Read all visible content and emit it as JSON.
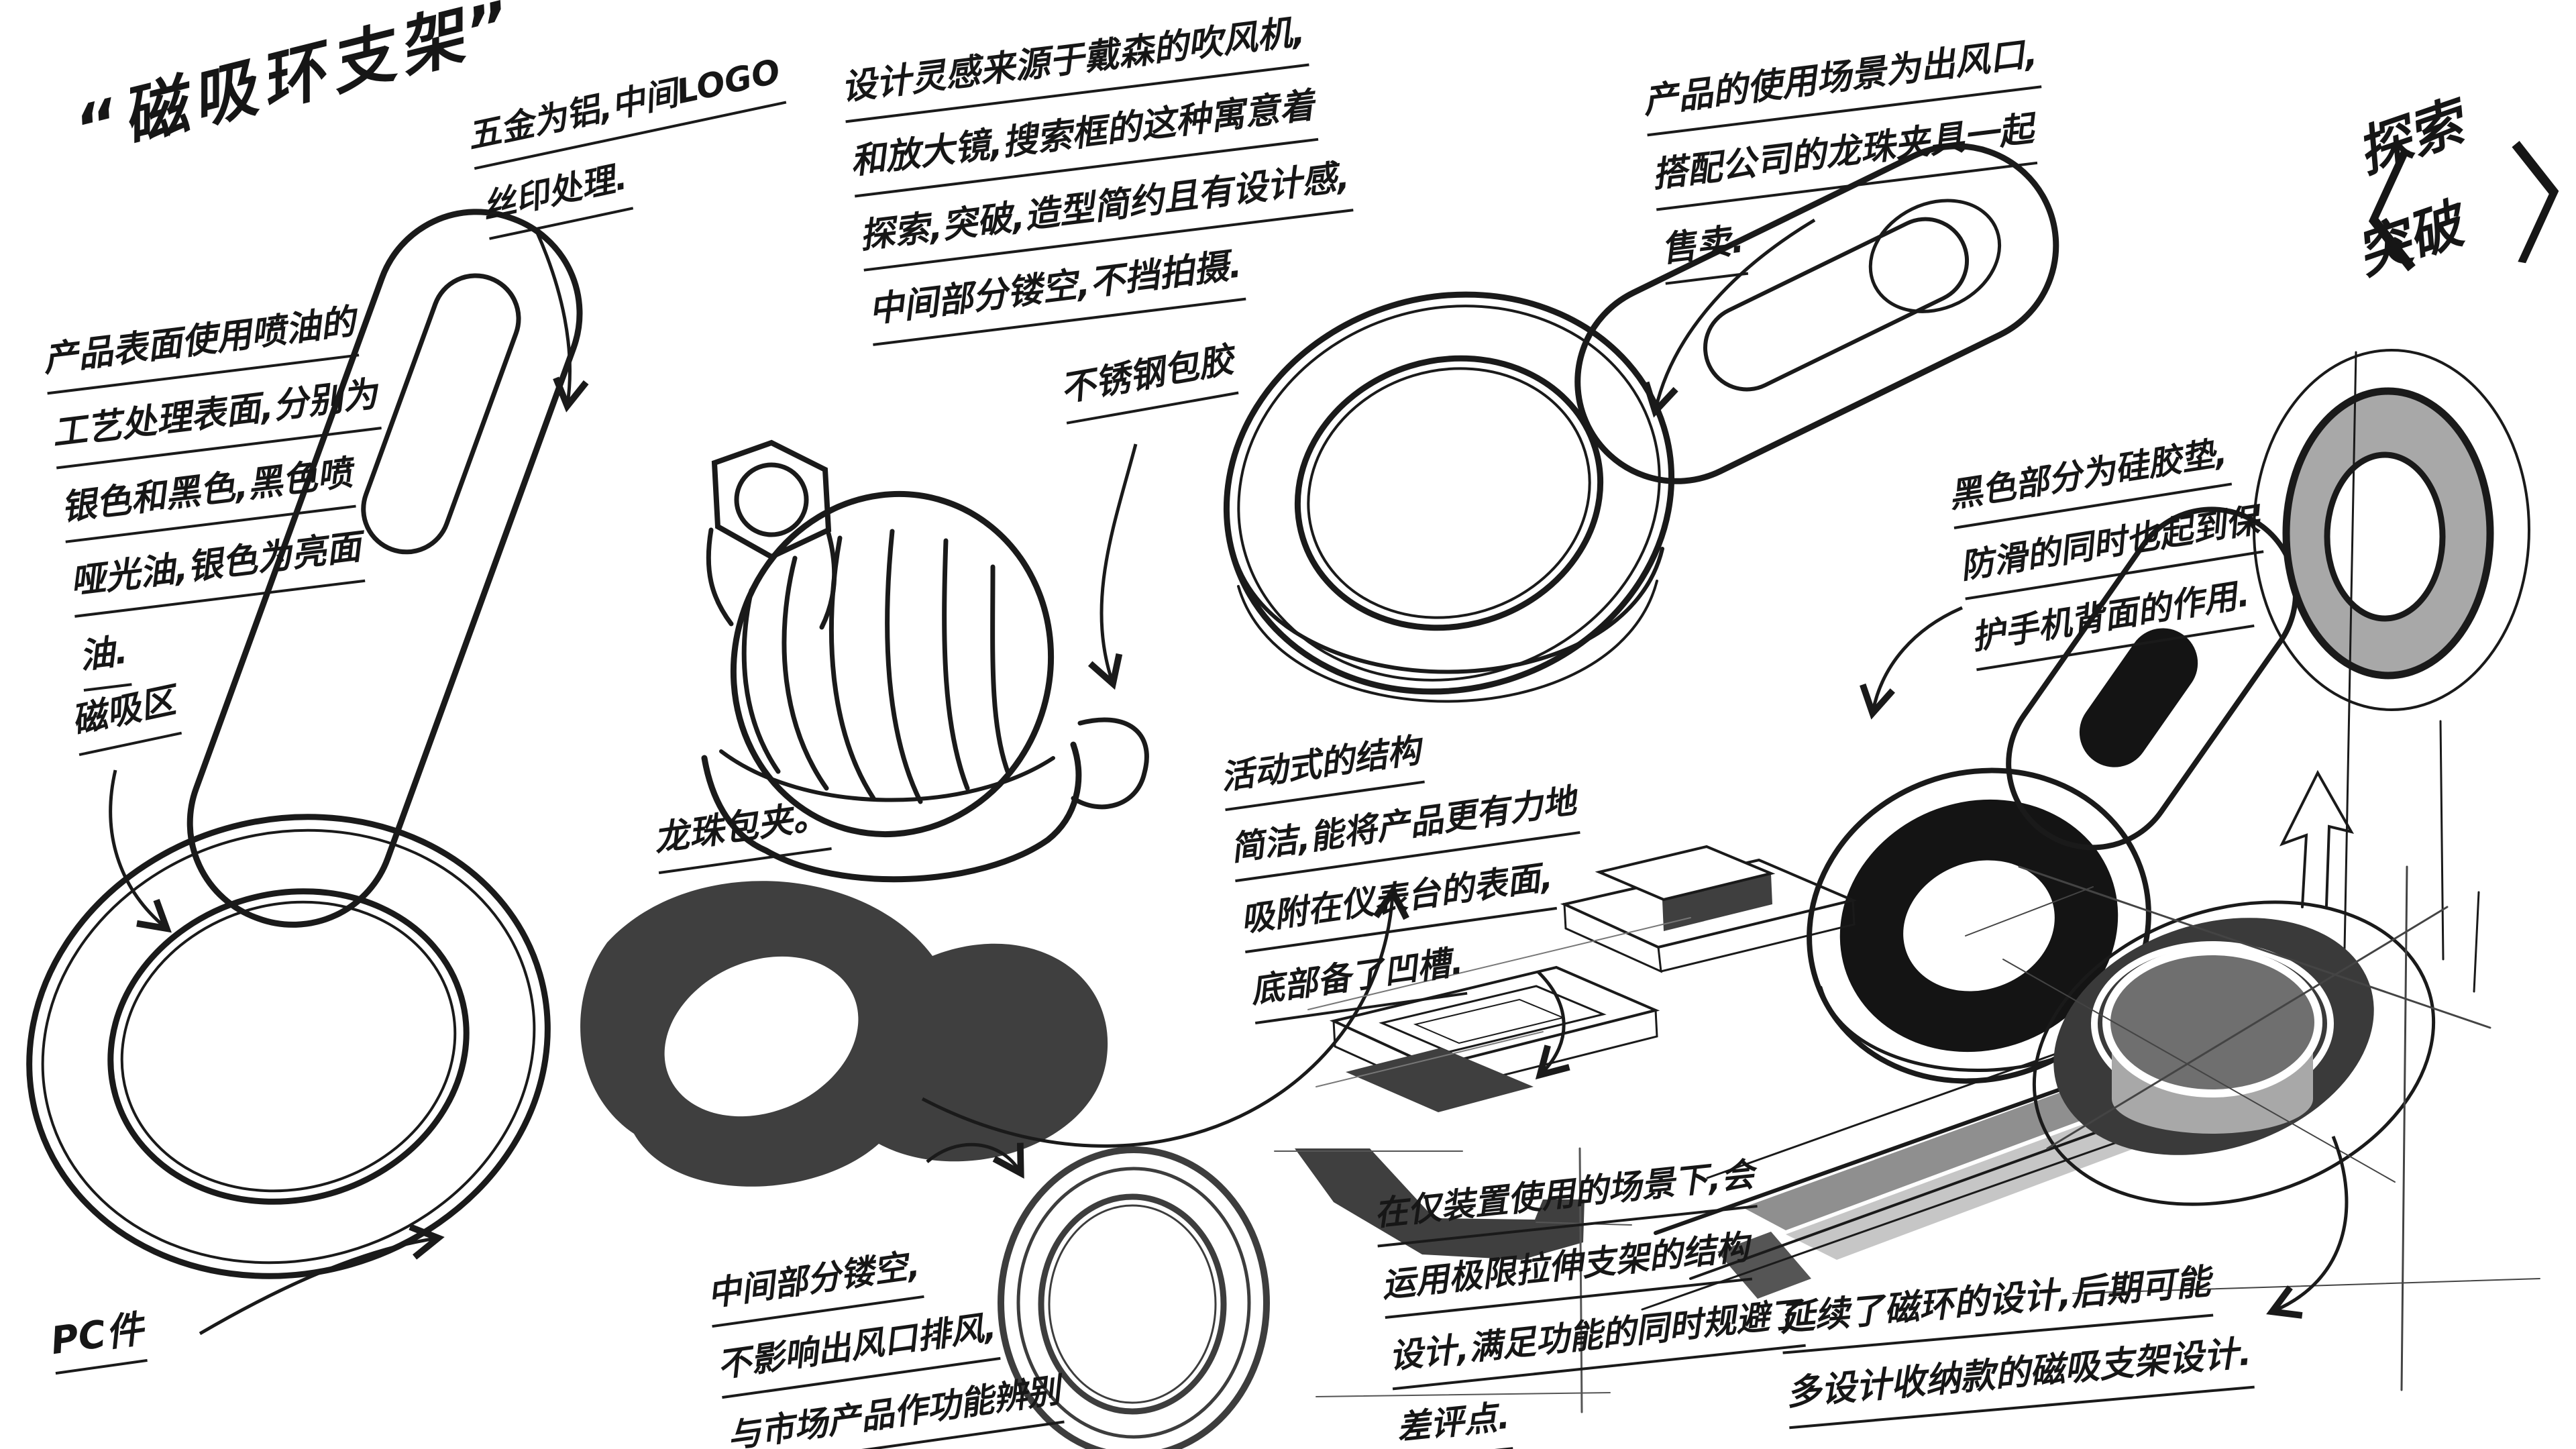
{
  "page": {
    "background": "#ffffff",
    "ink": "#1a1a1a",
    "shadow_gray": "#3f3f3f",
    "dark_ring": "#141414",
    "mid_gray": "#a8a8a8",
    "light_gray": "#c6c6c6"
  },
  "title": {
    "text": "“磁吸环支架”"
  },
  "tagline": {
    "open": "〈",
    "line1": "探索",
    "line2": "突破",
    "close": "〉"
  },
  "labels": {
    "steel": "不锈钢包胶",
    "magnet": "磁吸区",
    "ball": "龙珠包夹。",
    "pc": "PC件"
  },
  "notes": {
    "surface": {
      "lines": [
        "产品表面使用喷油的",
        "工艺处理表面,分别为",
        "银色和黑色,黑色喷",
        "哑光油,银色为亮面",
        "油."
      ]
    },
    "logo": {
      "lines": [
        "五金为铝,中间LOGO",
        "丝印处理."
      ]
    },
    "inspiration": {
      "lines": [
        "设计灵感来源于戴森的吹风机,",
        "和放大镜,搜索框的这种寓意着",
        "探索,突破,造型简约且有设计感,",
        "中间部分镂空,不挡拍摄."
      ]
    },
    "scene": {
      "lines": [
        "产品的使用场景为出风口,",
        "搭配公司的龙珠夹具一起",
        "售卖."
      ]
    },
    "silicone": {
      "lines": [
        "黑色部分为硅胶垫,",
        "防滑的同时也起到保",
        "护手机背面的作用."
      ]
    },
    "movable": {
      "lines": [
        "活动式的结构",
        "简洁,能将产品更有力地",
        "吸附在仪表台的表面,",
        "底部备了凹槽."
      ]
    },
    "hollow": {
      "lines": [
        "中间部分镂空,",
        "不影响出风口排风,",
        "与市场产品作功能辨别"
      ]
    },
    "limit": {
      "lines": [
        "在仅装置使用的场景下,会",
        "运用极限拉伸支架的结构",
        "设计,满足功能的同时规避了",
        "差评点."
      ]
    },
    "future": {
      "lines": [
        "延续了磁环的设计,后期可能",
        "多设计收纳款的磁吸支架设计."
      ]
    }
  }
}
